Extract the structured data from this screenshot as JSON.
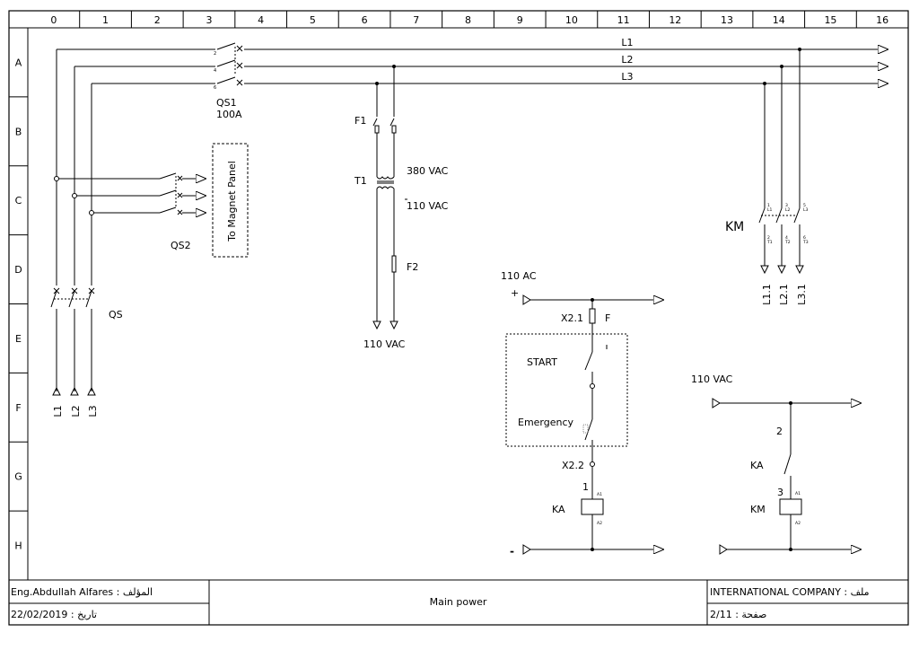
{
  "grid": {
    "columns": [
      "0",
      "1",
      "2",
      "3",
      "4",
      "5",
      "6",
      "7",
      "8",
      "9",
      "10",
      "11",
      "12",
      "13",
      "14",
      "15",
      "16"
    ],
    "rows": [
      "A",
      "B",
      "C",
      "D",
      "E",
      "F",
      "G",
      "H"
    ]
  },
  "labels": {
    "l1": "L1",
    "l2": "L2",
    "l3": "L3",
    "qs1": "QS1",
    "qs1_rating": "100A",
    "magnet_panel": "To  Magnet Panel",
    "qs2": "QS2",
    "qs": "QS",
    "f1": "F1",
    "t1": "T1",
    "f2": "F2",
    "v380": "380 VAC",
    "v110_secondary": "110 VAC",
    "v110_out": "110 VAC",
    "km_main": "KM",
    "out_l11": "L1.1",
    "out_l21": "L2.1",
    "out_l31": "L3.1",
    "ctrl_supply": "110 AC",
    "plus": "+",
    "minus": "-",
    "x21": "X2.1",
    "fuse_f": "F",
    "start": "START",
    "emergency": "Emergency",
    "x22": "X2.2",
    "ka_num": "1",
    "ka_coil": "KA",
    "right_supply": "110 VAC",
    "ka_contact_num": "2",
    "ka_contact": "KA",
    "km_num": "3",
    "km_coil": "KM",
    "a1": "A1",
    "a2": "A2",
    "in_l1": "L1",
    "in_l2": "L2",
    "in_l3": "L3"
  },
  "title_block": {
    "author": "Eng.Abdullah Alfares : المؤلف",
    "date": "22/02/2019 : تاريخ",
    "title": "Main power",
    "company": "INTERNATIONAL COMPANY : ملف",
    "page": "2/11 : صفحة"
  }
}
